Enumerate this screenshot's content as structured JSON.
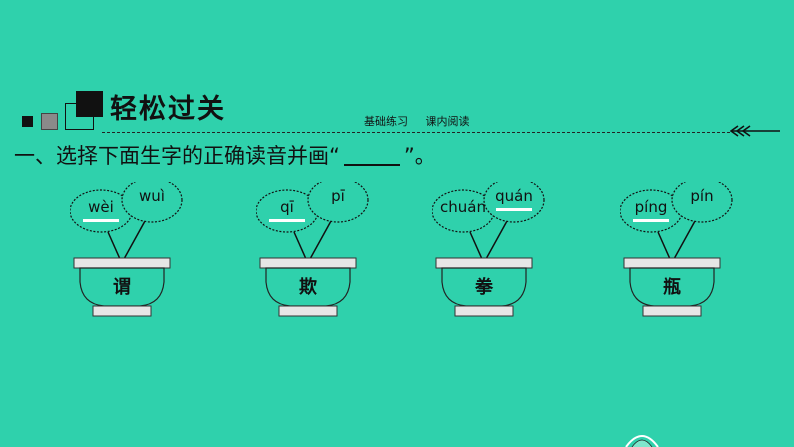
{
  "header": {
    "title": "轻松过关",
    "tabs": [
      "基础练习",
      "课内阅读"
    ]
  },
  "question": {
    "text_before": "一、选择下面生字的正确读音并画“",
    "text_after": "”。"
  },
  "items": [
    {
      "character": "谓",
      "options": [
        {
          "pinyin": "wèi",
          "marked": true
        },
        {
          "pinyin": "wuì",
          "marked": false
        }
      ]
    },
    {
      "character": "欺",
      "options": [
        {
          "pinyin": "qī",
          "marked": true
        },
        {
          "pinyin": "pī",
          "marked": false
        }
      ]
    },
    {
      "character": "拳",
      "options": [
        {
          "pinyin": "chuán",
          "marked": false
        },
        {
          "pinyin": "quán",
          "marked": true
        }
      ]
    },
    {
      "character": "瓶",
      "options": [
        {
          "pinyin": "píng",
          "marked": true
        },
        {
          "pinyin": "pín",
          "marked": false
        }
      ]
    }
  ],
  "colors": {
    "background": "#2fd1ac",
    "ink": "#111111",
    "pot_fill": "#2fd1ac",
    "mark": "#ffffff"
  }
}
